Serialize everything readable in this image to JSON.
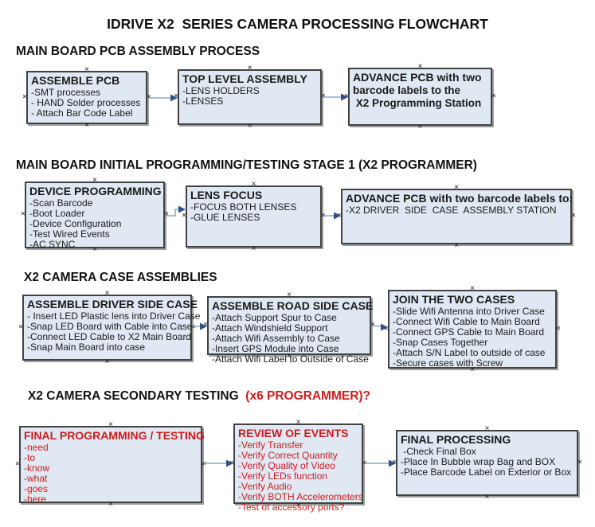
{
  "title": "IDRIVE X2  SERIES CAMERA PROCESSING FLOWCHART",
  "glyphs": {
    "connection_point": "×"
  },
  "colors": {
    "accent_red": "#cf1b1b",
    "box_fill": "#dfe8f3",
    "box_border": "#424242",
    "connector_line": "#8da5c6",
    "connector_arrow": "#31508a",
    "text": "#1b1b1b"
  },
  "sections": [
    {
      "heading": "MAIN BOARD PCB ASSEMBLY PROCESS",
      "boxes": [
        {
          "title": "ASSEMBLE PCB",
          "items": [
            "-SMT processes",
            "- HAND Solder processes",
            "- Attach Bar Code Label"
          ]
        },
        {
          "title": "TOP LEVEL ASSEMBLY",
          "items": [
            "-LENS HOLDERS",
            "-LENSES"
          ]
        },
        {
          "title": "ADVANCE PCB with two",
          "items": [
            "barcode labels to the",
            " X2 Programming Station"
          ]
        }
      ]
    },
    {
      "heading": "MAIN BOARD INITIAL PROGRAMMING/TESTING STAGE 1 (X2 PROGRAMMER)",
      "boxes": [
        {
          "title": "DEVICE PROGRAMMING",
          "items": [
            "-Scan Barcode",
            "-Boot Loader",
            "-Device Configuration",
            "-Test Wired Events",
            "-AC SYNC"
          ]
        },
        {
          "title": "LENS FOCUS",
          "items": [
            "-FOCUS BOTH LENSES",
            "-GLUE LENSES"
          ]
        },
        {
          "title": "ADVANCE PCB with two barcode labels to:",
          "items": [
            "-X2 DRIVER  SIDE  CASE  ASSEMBLY STATION"
          ]
        }
      ]
    },
    {
      "heading": "X2 CAMERA CASE ASSEMBLIES",
      "boxes": [
        {
          "title": "ASSEMBLE DRIVER SIDE CASE",
          "items": [
            "- Insert LED Plastic lens into Driver Case",
            "-Snap LED Board with Cable into Case",
            "-Connect LED Cable to X2 Main Board",
            "-Snap Main Board into case"
          ]
        },
        {
          "title": "ASSEMBLE ROAD SIDE CASE",
          "items": [
            "-Attach Support Spur to Case",
            "-Attach Windshield Support",
            "-Attach Wifi Assembly to Case",
            "-Insert GPS Module into Case",
            "-Attach Wifi Label to Outside of Case"
          ]
        },
        {
          "title": "JOIN THE TWO CASES",
          "items": [
            "-Slide Wifi Antenna into Driver Case",
            "-Connect Wifi Cable to Main Board",
            "-Connect GPS Cable to Main Board",
            "-Snap Cases Together",
            "-Attach S/N Label to outside of case",
            "-Secure cases with Screw"
          ]
        }
      ]
    },
    {
      "heading_black": "X2 CAMERA SECONDARY TESTING  ",
      "heading_red": "(x6 PROGRAMMER)?",
      "boxes": [
        {
          "title": "FINAL PROGRAMMING / TESTING",
          "items": [
            "-need",
            "-to",
            "-know",
            "-what",
            "-goes",
            "-here"
          ]
        },
        {
          "title": "REVIEW OF EVENTS",
          "items": [
            "-Verify Transfer",
            "-Verify Correct Quantity",
            "-Verify Quality of Video",
            "-Verify LEDs function",
            "-Verify Audio",
            "-Verify BOTH Accelerometers",
            "-Test of accessory ports?"
          ]
        },
        {
          "title": "FINAL PROCESSING",
          "items": [
            " -Check Final Box",
            "-Place In Bubble wrap Bag and BOX",
            "-Place Barcode Label on Exterior or Box"
          ]
        }
      ]
    }
  ]
}
